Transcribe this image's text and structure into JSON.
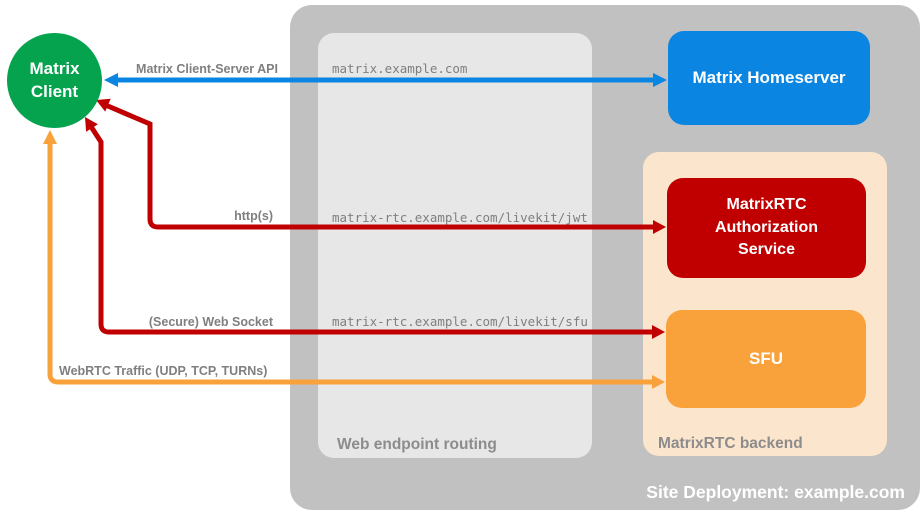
{
  "colors": {
    "client_green": "#05a34e",
    "homeserver_blue": "#0a85e2",
    "auth_red": "#c00000",
    "sfu_orange": "#f9a23c",
    "backend_peach": "#fce5cd",
    "site_gray": "#c1c1c1",
    "routing_gray": "#e8e7e7",
    "caption_gray": "#8c8c8c",
    "text_gray": "#7f7f7f"
  },
  "nodes": {
    "client": {
      "label": "Matrix Client"
    },
    "homeserver": {
      "label": "Matrix Homeserver"
    },
    "auth_service": {
      "label": "MatrixRTC Authorization Service"
    },
    "sfu": {
      "label": "SFU"
    }
  },
  "containers": {
    "site_deployment": {
      "label": "Site Deployment: example.com"
    },
    "web_endpoint_routing": {
      "label": "Web endpoint routing"
    },
    "matrixrtc_backend": {
      "label": "MatrixRTC backend"
    }
  },
  "routes": [
    {
      "endpoint": "matrix.example.com"
    },
    {
      "endpoint": "matrix-rtc.example.com/livekit/jwt"
    },
    {
      "endpoint": "matrix-rtc.example.com/livekit/sfu"
    }
  ],
  "arrows": [
    {
      "label": "Matrix Client-Server API",
      "color": "#0a85e2",
      "direction": "bidirectional"
    },
    {
      "label": "http(s)",
      "color": "#c00000",
      "direction": "bidirectional"
    },
    {
      "label": "(Secure) Web Socket",
      "color": "#c00000",
      "direction": "bidirectional"
    },
    {
      "label": "WebRTC Traffic (UDP, TCP, TURNs)",
      "color": "#f9a23c",
      "direction": "bidirectional"
    }
  ]
}
